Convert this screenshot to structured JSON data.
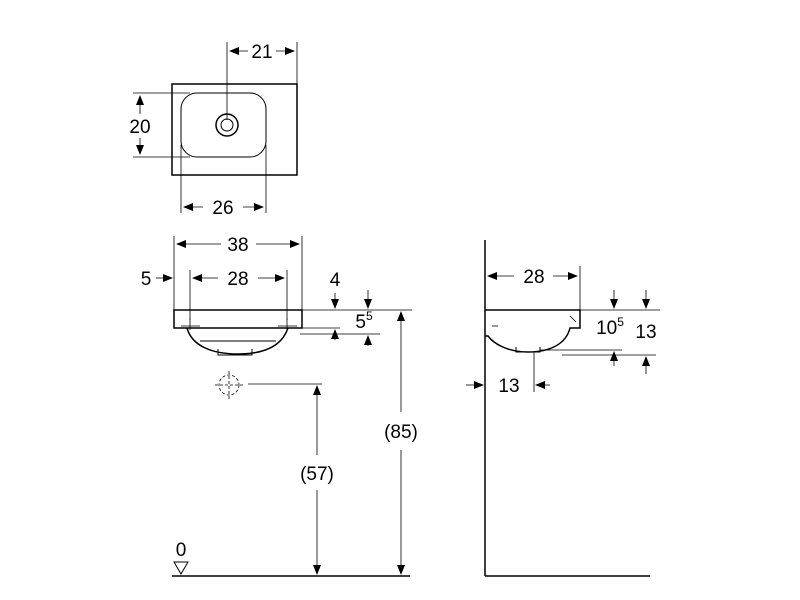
{
  "top_view": {
    "width_21": "21",
    "depth_20": "20",
    "bowl_26": "26"
  },
  "front_view": {
    "width_38": "38",
    "offset_5": "5",
    "bowl_28": "28",
    "rim_4": "4",
    "dim_5_base": "5",
    "dim_5_sup": "5",
    "height_85": "(85)",
    "height_57": "(57)",
    "floor_0": "0"
  },
  "side_view": {
    "depth_28": "28",
    "dim_10_base": "10",
    "dim_10_sup": "5",
    "dim_13_right": "13",
    "dim_13_left": "13"
  }
}
